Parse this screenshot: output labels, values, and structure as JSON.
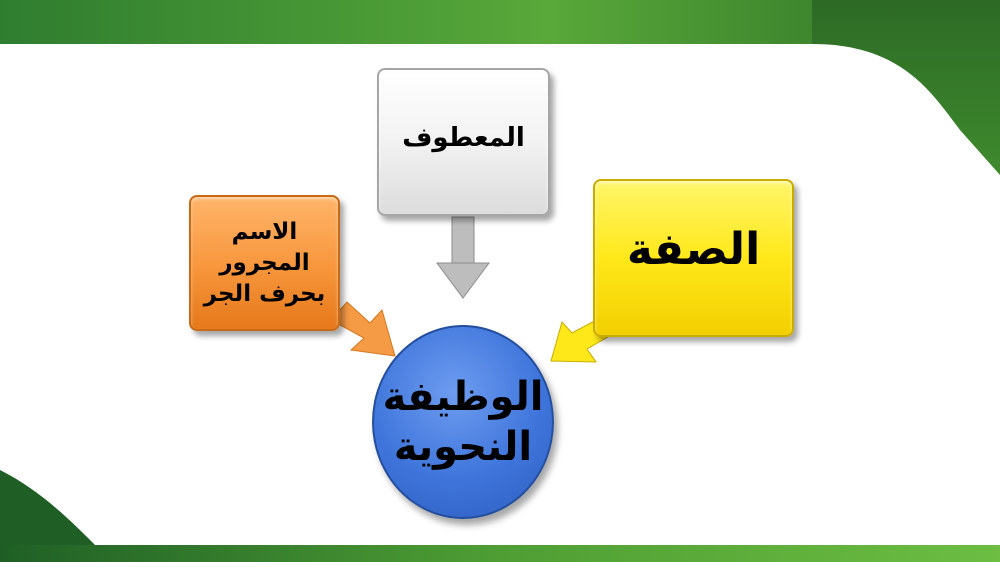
{
  "colors": {
    "theme_green_dark": "#1f5f26",
    "theme_green_light": "#5fae3a",
    "orange": "#f7953b",
    "gray": "#f0f0f0",
    "yellow": "#ffe81a",
    "blue": "#3f75db"
  },
  "diagram": {
    "center": {
      "lines": [
        "الوظيفة",
        "النحوية"
      ]
    },
    "left_box": {
      "lines": [
        "الاسم",
        "المجرور",
        "بحرف الجر"
      ]
    },
    "top_box": {
      "label": "المعطوف"
    },
    "right_box": {
      "label": "الصفة"
    }
  }
}
